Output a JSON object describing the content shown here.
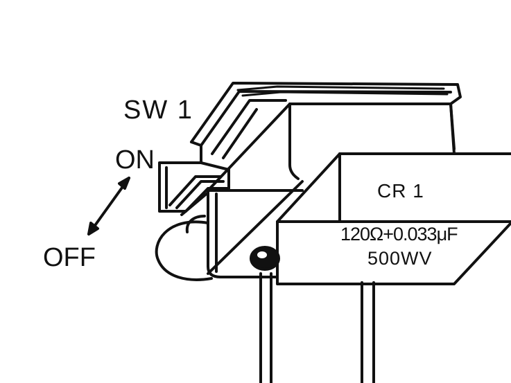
{
  "labels": {
    "switch": "SW 1",
    "on": "ON",
    "off": "OFF",
    "capacitor": "CR 1",
    "value": "120Ω+0.033μF",
    "voltage": "500WV"
  },
  "colors": {
    "ink": "#111111",
    "paper": "#ffffff"
  }
}
